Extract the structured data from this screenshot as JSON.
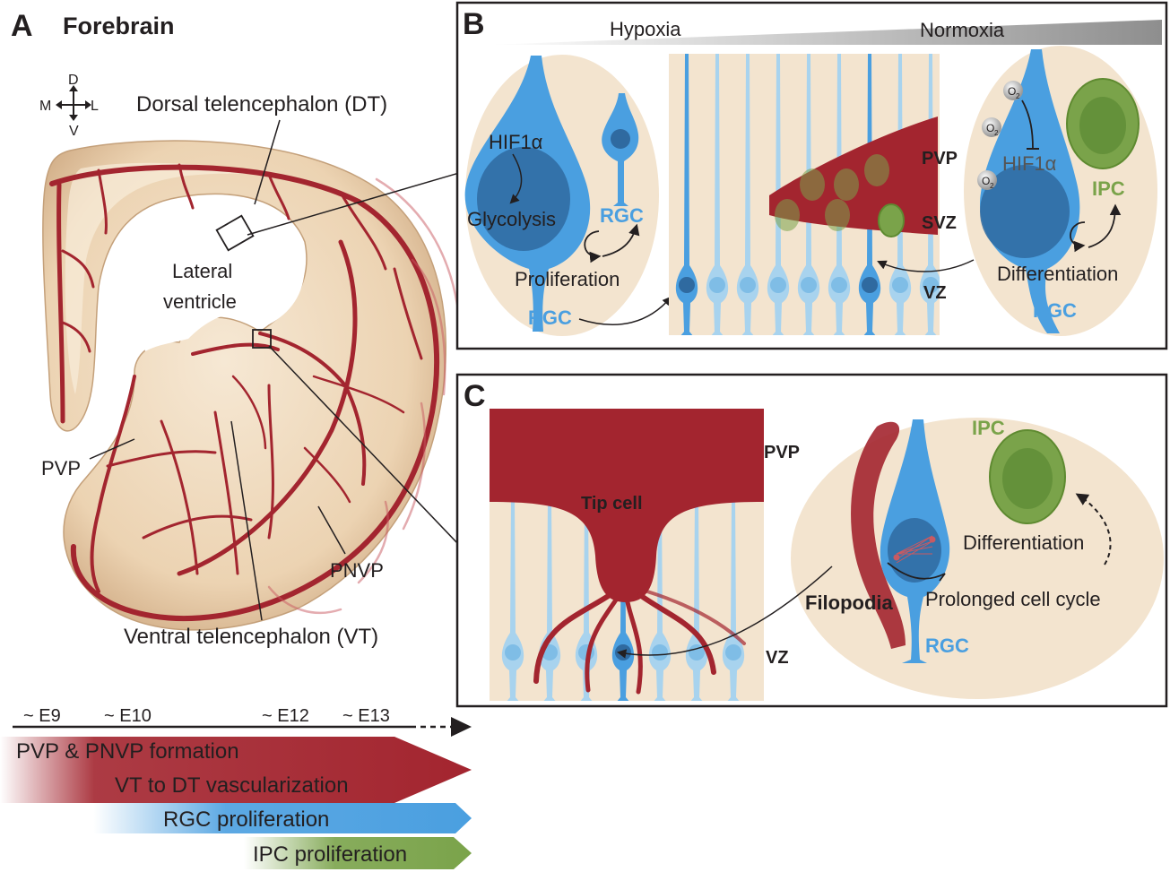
{
  "colors": {
    "vessel": "#a3252f",
    "vessel_light": "#c95a62",
    "tissue": "#f3e4cf",
    "tissue_dark": "#d9b994",
    "rgc": "#4a9fe0",
    "rgc_light": "#a8d3ee",
    "rgc_dark": "#2f6aa0",
    "ipc": "#7aa34a",
    "ipc_light": "#a4c46b",
    "text": "#231f20"
  },
  "panel_a": {
    "letter": "A",
    "title": "Forebrain",
    "compass": {
      "d": "D",
      "v": "V",
      "m": "M",
      "l": "L"
    },
    "dt_label": "Dorsal telencephalon (DT)",
    "lateral_ventricle_1": "Lateral",
    "lateral_ventricle_2": "ventricle",
    "pvp_label": "PVP",
    "pnvp_label": "PNVP",
    "vt_label": "Ventral telencephalon (VT)"
  },
  "timeline": {
    "ticks": [
      "~ E9",
      "~ E10",
      "~ E12",
      "~ E13"
    ],
    "bars": [
      {
        "label": "PVP & PNVP formation"
      },
      {
        "label": "VT to DT vascularization"
      },
      {
        "label": "RGC proliferation"
      },
      {
        "label": "IPC proliferation"
      }
    ]
  },
  "panel_b": {
    "letter": "B",
    "hypoxia": "Hypoxia",
    "normoxia": "Normoxia",
    "hif_left": "HIF1α",
    "glycolysis": "Glycolysis",
    "rgc_small": "RGC",
    "proliferation": "Proliferation",
    "rgc_bottom": "RGC",
    "pvp": "PVP",
    "svz": "SVZ",
    "vz": "VZ",
    "o2": "O",
    "o2_sub": "2",
    "hif_right": "HIF1α",
    "ipc": "IPC",
    "differentiation": "Differentiation",
    "rgc_right": "RGC"
  },
  "panel_c": {
    "letter": "C",
    "pvp": "PVP",
    "tip_cell": "Tip cell",
    "vz": "VZ",
    "ipc": "IPC",
    "differentiation": "Differentiation",
    "filopodia": "Filopodia",
    "prolonged": "Prolonged cell cycle",
    "rgc": "RGC"
  }
}
